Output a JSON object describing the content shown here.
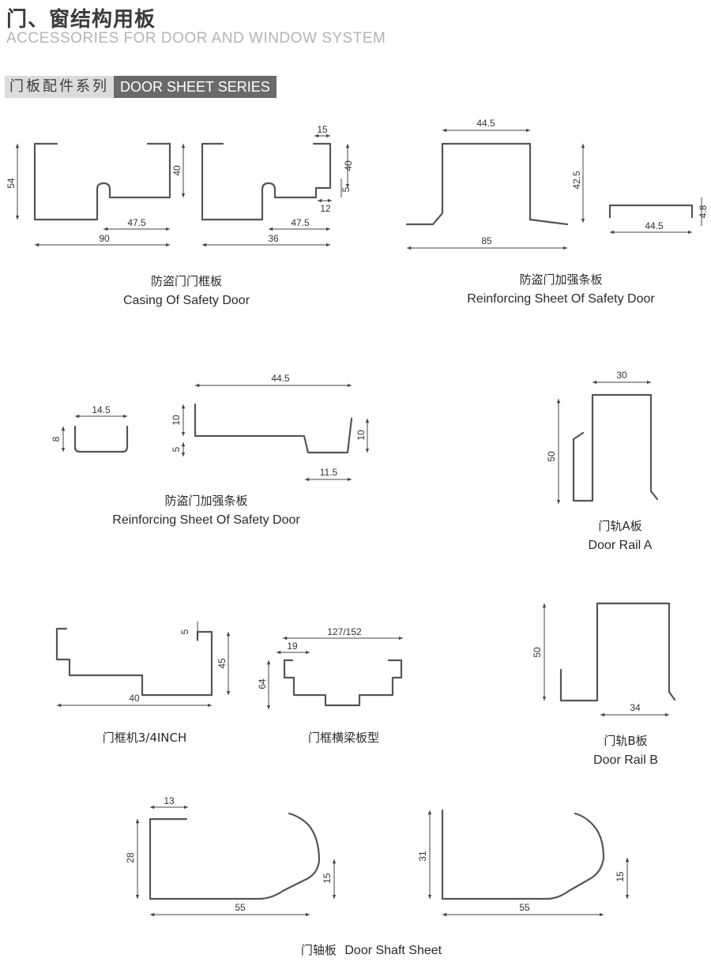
{
  "header": {
    "title_cn": "门、窗结构用板",
    "title_en": "ACCESSORIES FOR DOOR AND WINDOW SYSTEM"
  },
  "section": {
    "label_cn": "门板配件系列",
    "label_en": "DOOR SHEET SERIES"
  },
  "items": [
    {
      "cn": "防盗门门框板",
      "en": "Casing Of Safety Door",
      "dims": [
        "54",
        "90",
        "47.5",
        "40",
        "36",
        "47.5",
        "15",
        "40",
        "5",
        "12"
      ]
    },
    {
      "cn": "防盗门加强条板",
      "en": "Reinforcing Sheet Of Safety Door",
      "dims": [
        "44.5",
        "42.5",
        "85",
        "44.5",
        "4.8"
      ]
    },
    {
      "cn": "防盗门加强条板",
      "en": "Reinforcing Sheet Of Safety Door",
      "dims": [
        "14.5",
        "8",
        "44.5",
        "10",
        "5",
        "10",
        "11.5"
      ]
    },
    {
      "cn": "门轨A板",
      "en": "Door Rail A",
      "dims": [
        "30",
        "50"
      ]
    },
    {
      "cn": "门框机3/4INCH",
      "en": "",
      "dims": [
        "5",
        "45",
        "40"
      ]
    },
    {
      "cn": "门框横梁板型",
      "en": "",
      "dims": [
        "127/152",
        "19",
        "64"
      ]
    },
    {
      "cn": "门轨B板",
      "en": "Door Rail B",
      "dims": [
        "50",
        "34"
      ]
    },
    {
      "cn": "门轴板",
      "en": "Door Shaft Sheet",
      "dims": [
        "13",
        "28",
        "15",
        "55",
        "31",
        "15",
        "55"
      ]
    }
  ]
}
